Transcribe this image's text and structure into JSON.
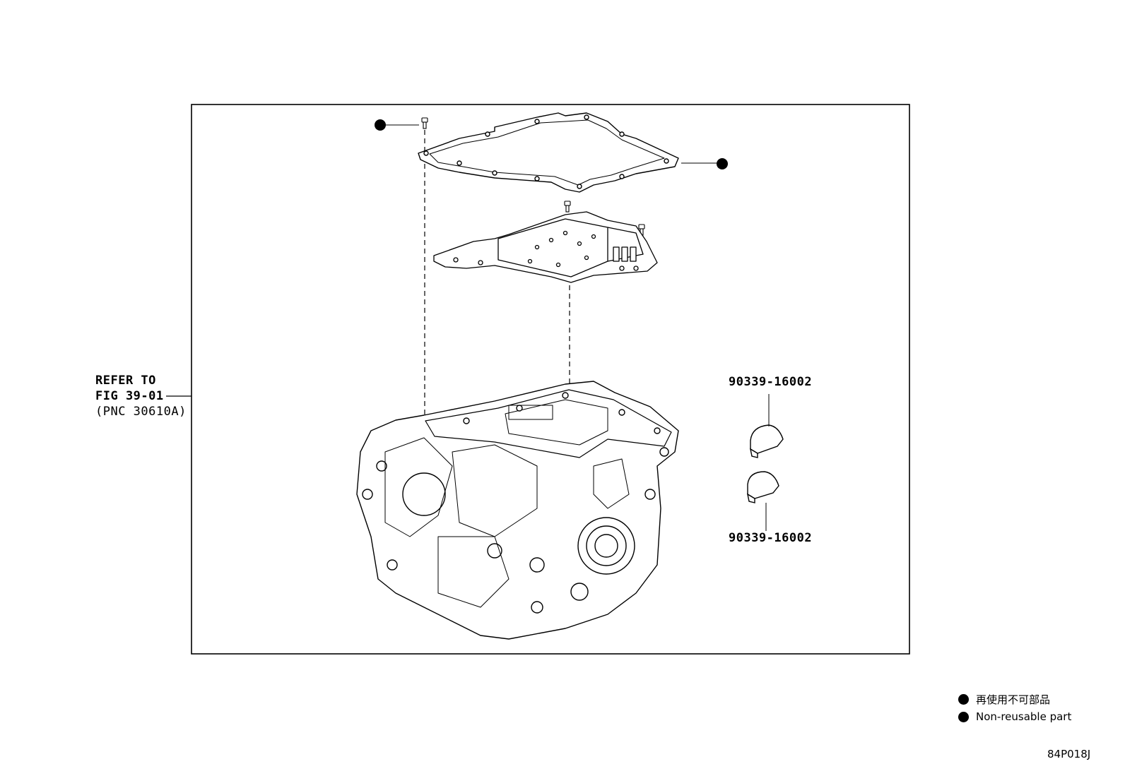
{
  "refer": {
    "line1": "REFER TO",
    "line2": "FIG 39-01",
    "line3": "(PNC 30610A)"
  },
  "parts": [
    {
      "number": "90339-16002"
    },
    {
      "number": "90339-16002"
    }
  ],
  "legend": {
    "japanese": "再使用不可部品",
    "english": "Non-reusable part"
  },
  "figure_code": "84P018J"
}
